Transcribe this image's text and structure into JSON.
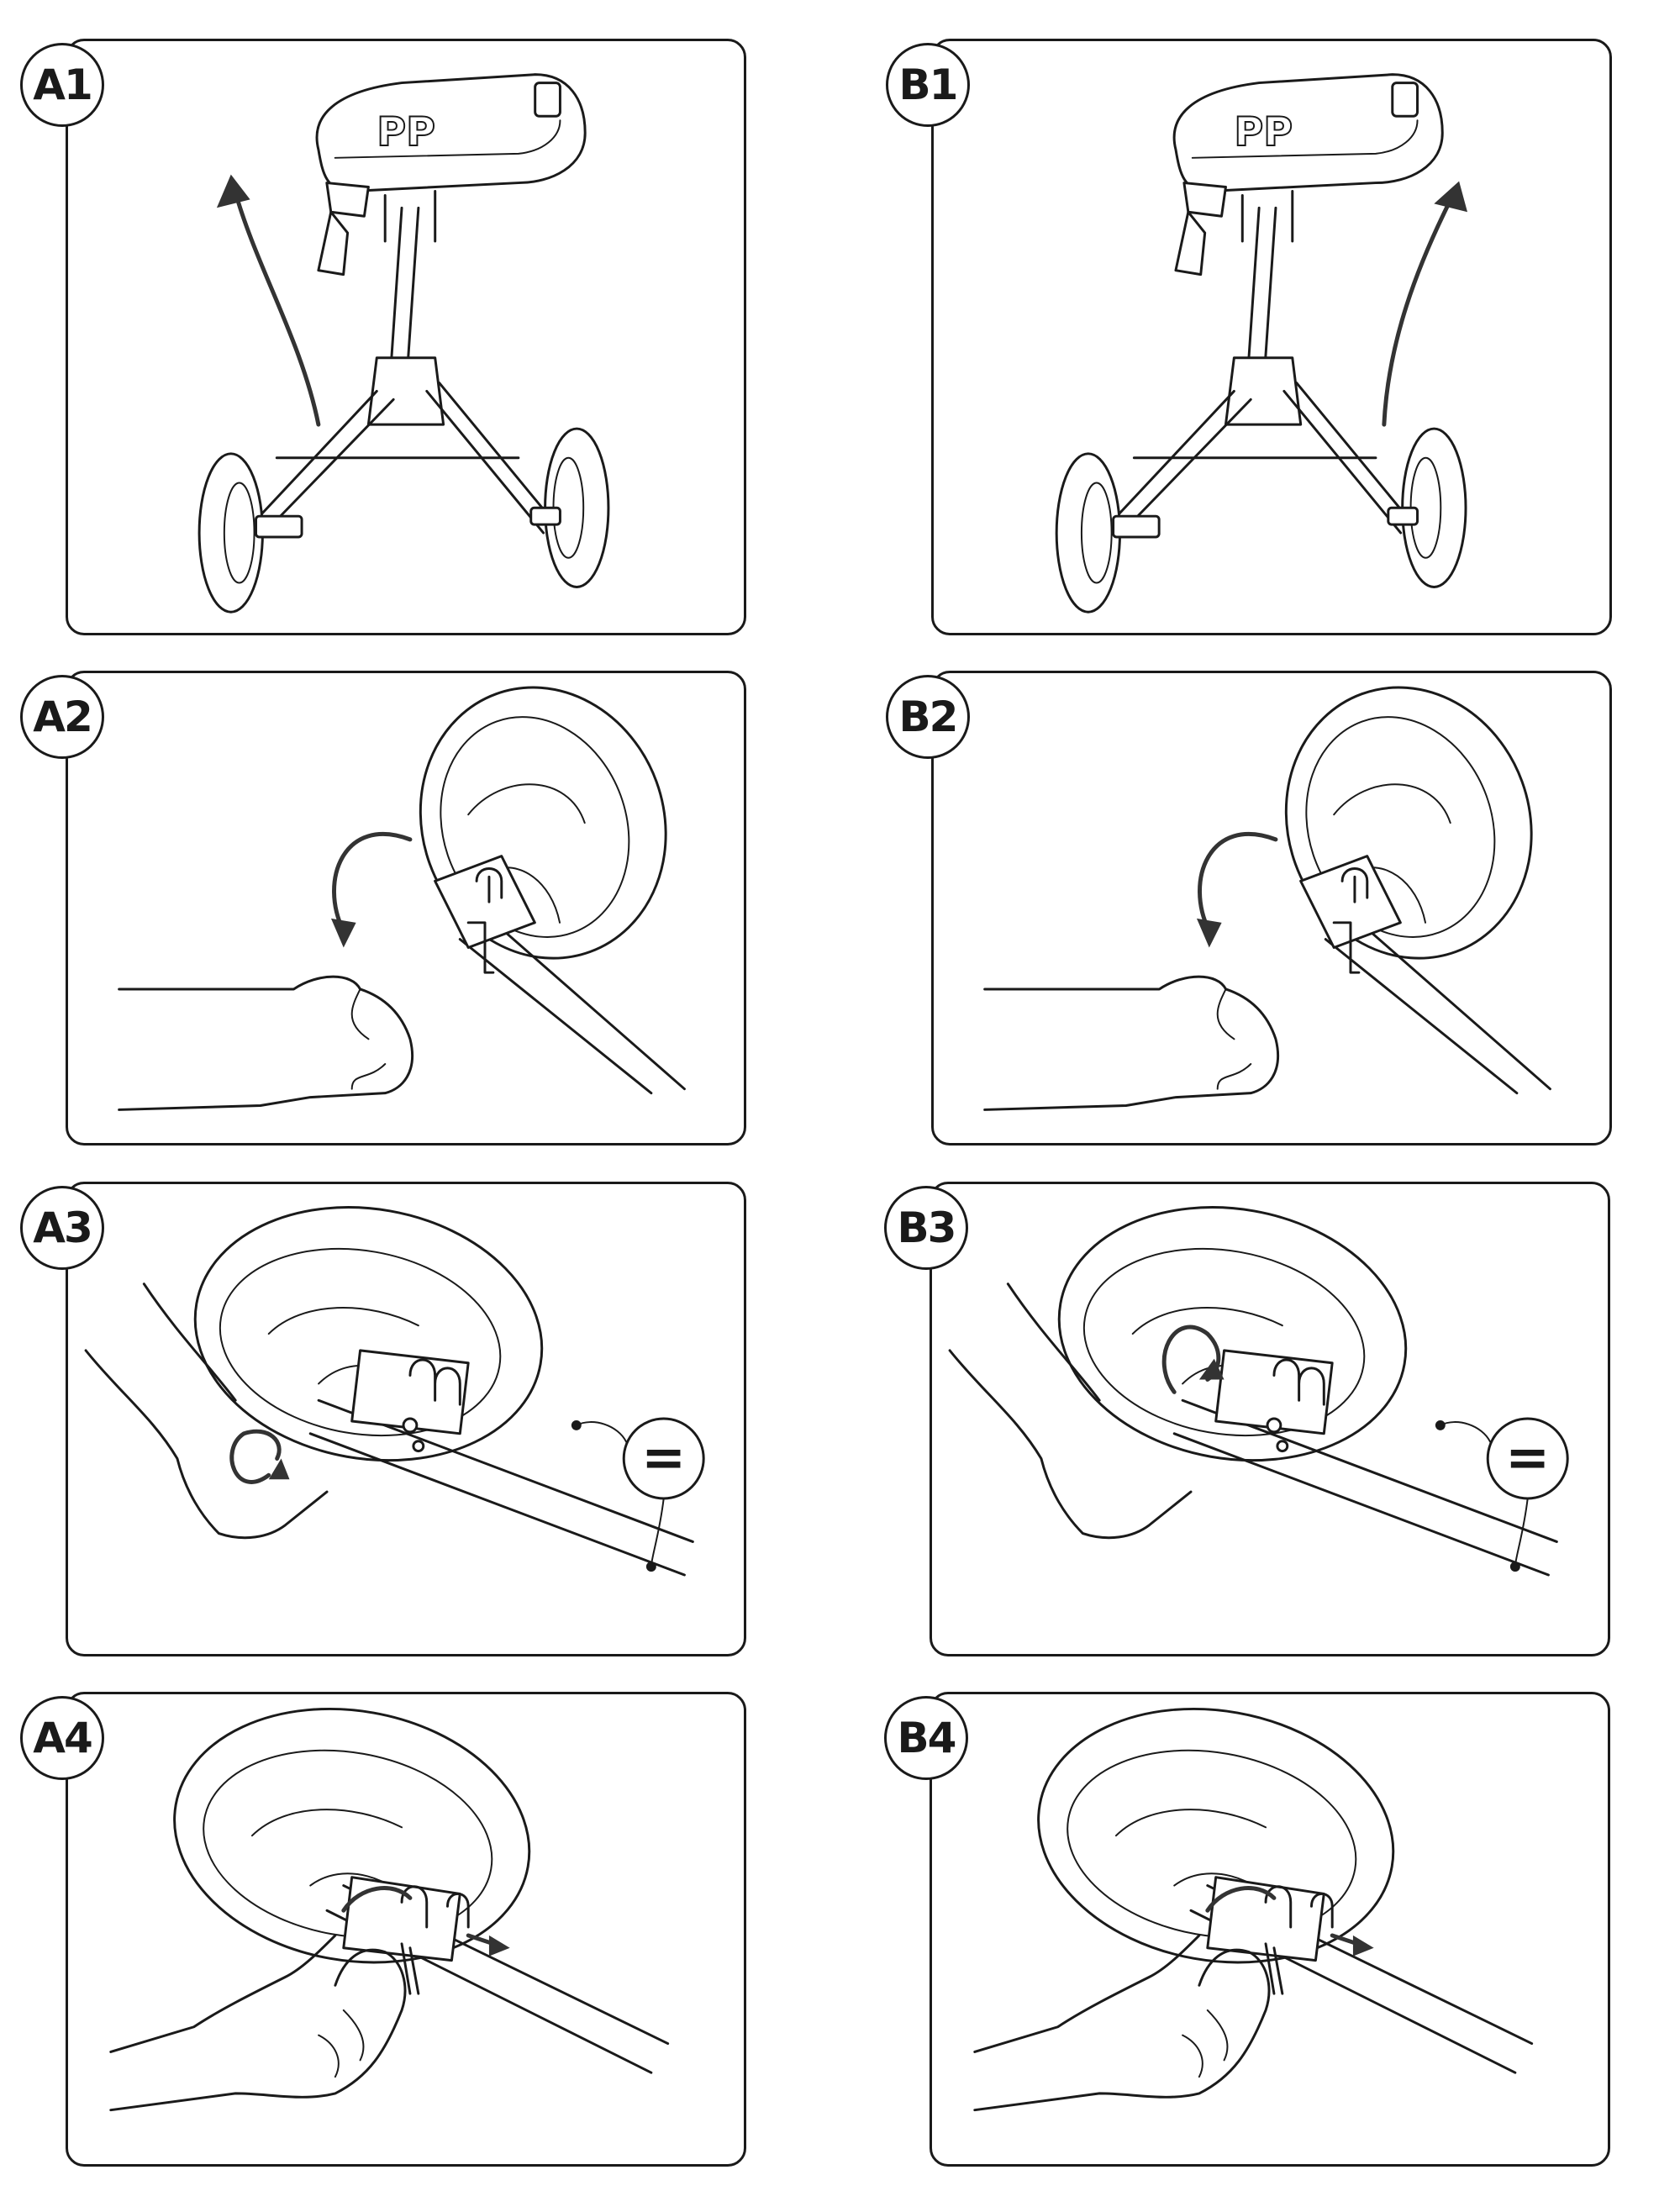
{
  "steps": {
    "a1": "A1",
    "a2": "A2",
    "a3": "A3",
    "a4": "A4",
    "b1": "B1",
    "b2": "B2",
    "b3": "B3",
    "b4": "B4"
  },
  "logo": "PP",
  "equal_sign": "="
}
